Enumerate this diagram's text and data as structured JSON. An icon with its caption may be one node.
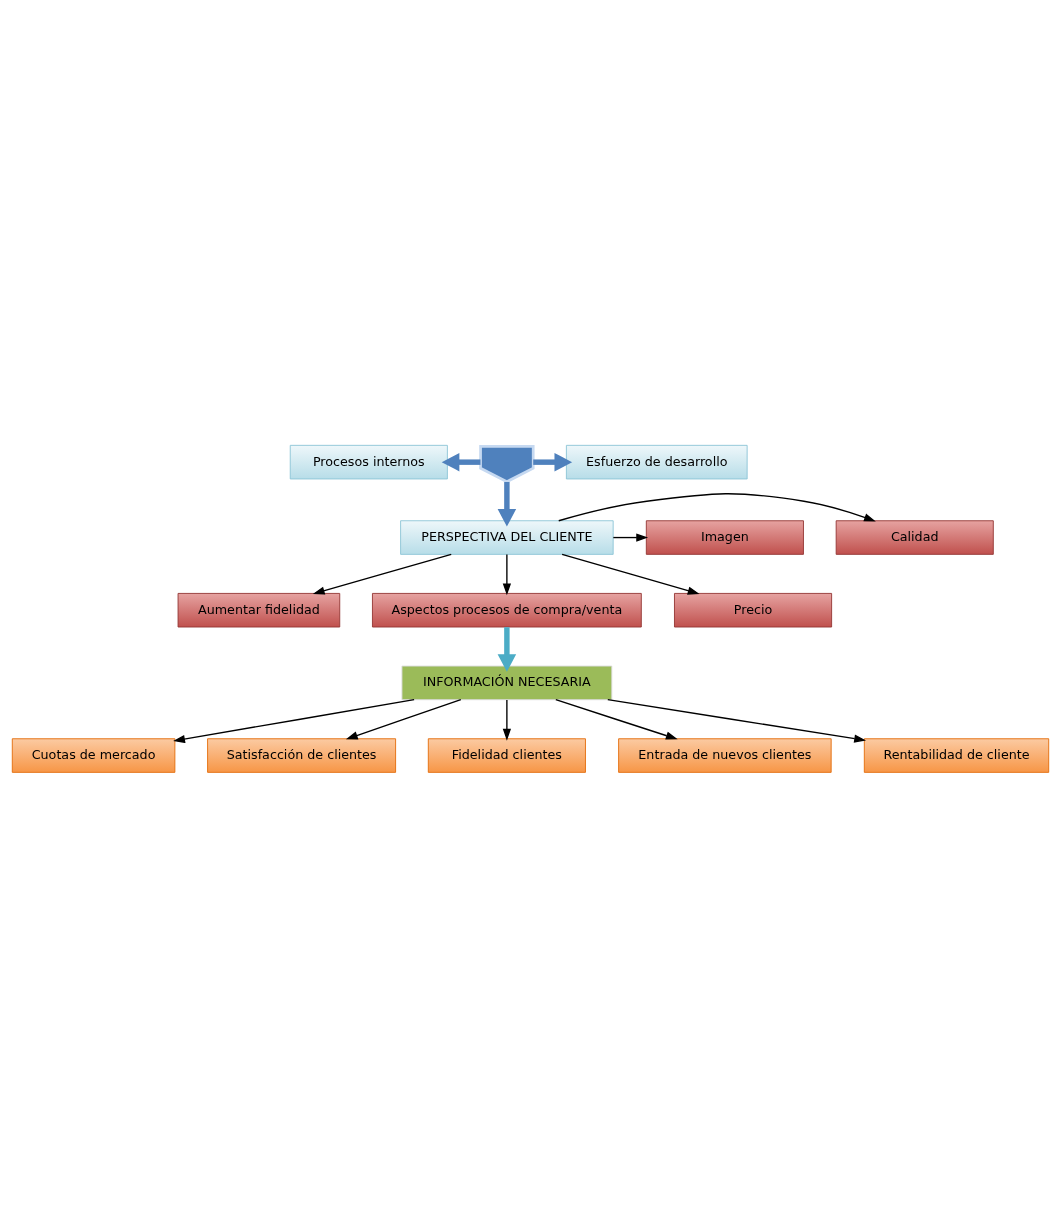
{
  "diagram": {
    "nodes": [
      {
        "text": [
          "Procesos internos"
        ]
      },
      {
        "text": [],
        "shape": "arrow"
      },
      {
        "text": [
          "Esfuerzo de desarrollo"
        ]
      },
      {
        "text": [
          "Imagen"
        ]
      },
      {
        "text": [
          "PERSPECTIVA DEL CLIENTE"
        ]
      },
      {
        "text": [
          "Calidad"
        ]
      },
      {
        "text": [
          "Aumentar fidelidad"
        ]
      },
      {
        "text": [
          "Aspectos procesos de compra/venta"
        ]
      },
      {
        "text": [
          "Precio"
        ]
      },
      {
        "text": [
          "INFORMACIÓN NECESARIA"
        ]
      },
      {
        "text": [
          "Cuotas de mercado"
        ]
      },
      {
        "text": [
          "Satisfacción de clientes"
        ]
      },
      {
        "text": [
          "Fidelidad clientes"
        ]
      },
      {
        "text": [
          "Entrada de nuevos clientes"
        ]
      },
      {
        "text": [
          "Rentabilidad de cliente"
        ]
      }
    ],
    "edges": [
      {
        "from": 1,
        "to": 0,
        "arrow": "to",
        "style": "thick",
        "color": "#4f81bd"
      },
      {
        "from": 1,
        "to": 2,
        "arrow": "to",
        "style": "thick",
        "color": "#4f81bd"
      },
      {
        "from": 1,
        "to": 4,
        "arrow": "to",
        "style": "thick",
        "color": "#4f81bd"
      },
      {
        "from": 4,
        "to": 3,
        "arrow": "to"
      },
      {
        "from": 4,
        "to": 5,
        "arrow": "to"
      },
      {
        "from": 4,
        "to": 6,
        "arrow": "to"
      },
      {
        "from": 4,
        "to": 7,
        "arrow": "to"
      },
      {
        "from": 4,
        "to": 8,
        "arrow": "to"
      },
      {
        "from": 7,
        "to": 9,
        "arrow": "to",
        "style": "thick",
        "color": "#4bacc6"
      },
      {
        "from": 9,
        "to": 10,
        "arrow": "to"
      },
      {
        "from": 9,
        "to": 11,
        "arrow": "to"
      },
      {
        "from": 9,
        "to": 12,
        "arrow": "to"
      },
      {
        "from": 9,
        "to": 13,
        "arrow": "to"
      },
      {
        "from": 9,
        "to": 14,
        "arrow": "to"
      }
    ]
  }
}
